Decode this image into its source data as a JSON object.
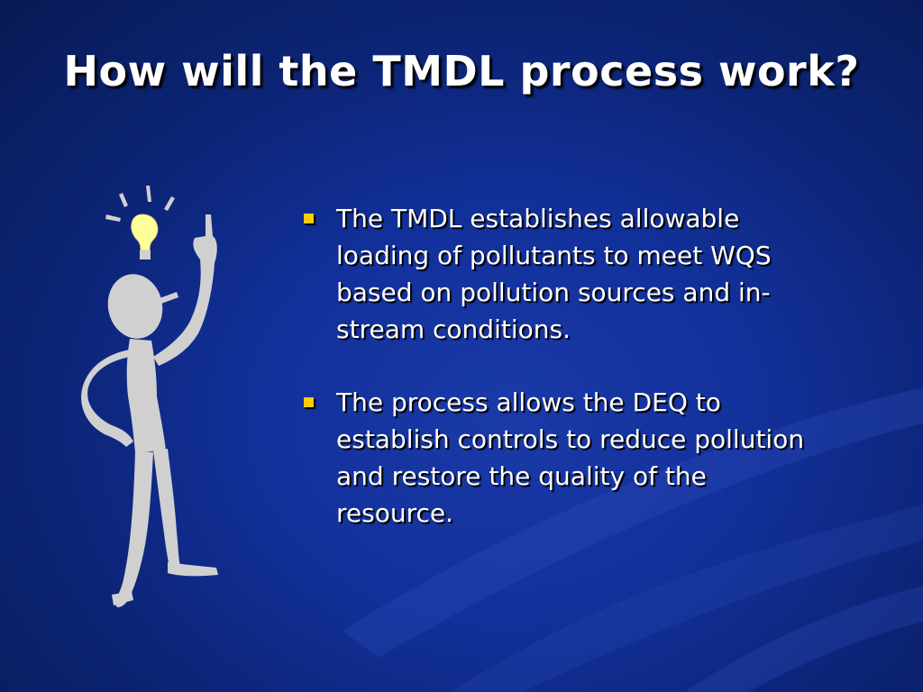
{
  "slide": {
    "title": "How will the TMDL process work?",
    "bullets": [
      {
        "text": "The TMDL establishes allowable loading of pollutants to meet WQS based on pollution sources and in-stream conditions."
      },
      {
        "text": "The process allows the DEQ to establish controls to reduce pollution and restore the quality of the resource."
      }
    ],
    "figure_icon": "stick-figure-lightbulb-icon"
  },
  "colors": {
    "background": "#12309a",
    "title": "#ffffff",
    "bullet_text": "#ffffff",
    "bullet_marker": "#ffcc00",
    "figure": "#d0d0d0",
    "bulb": "#ffff99"
  }
}
